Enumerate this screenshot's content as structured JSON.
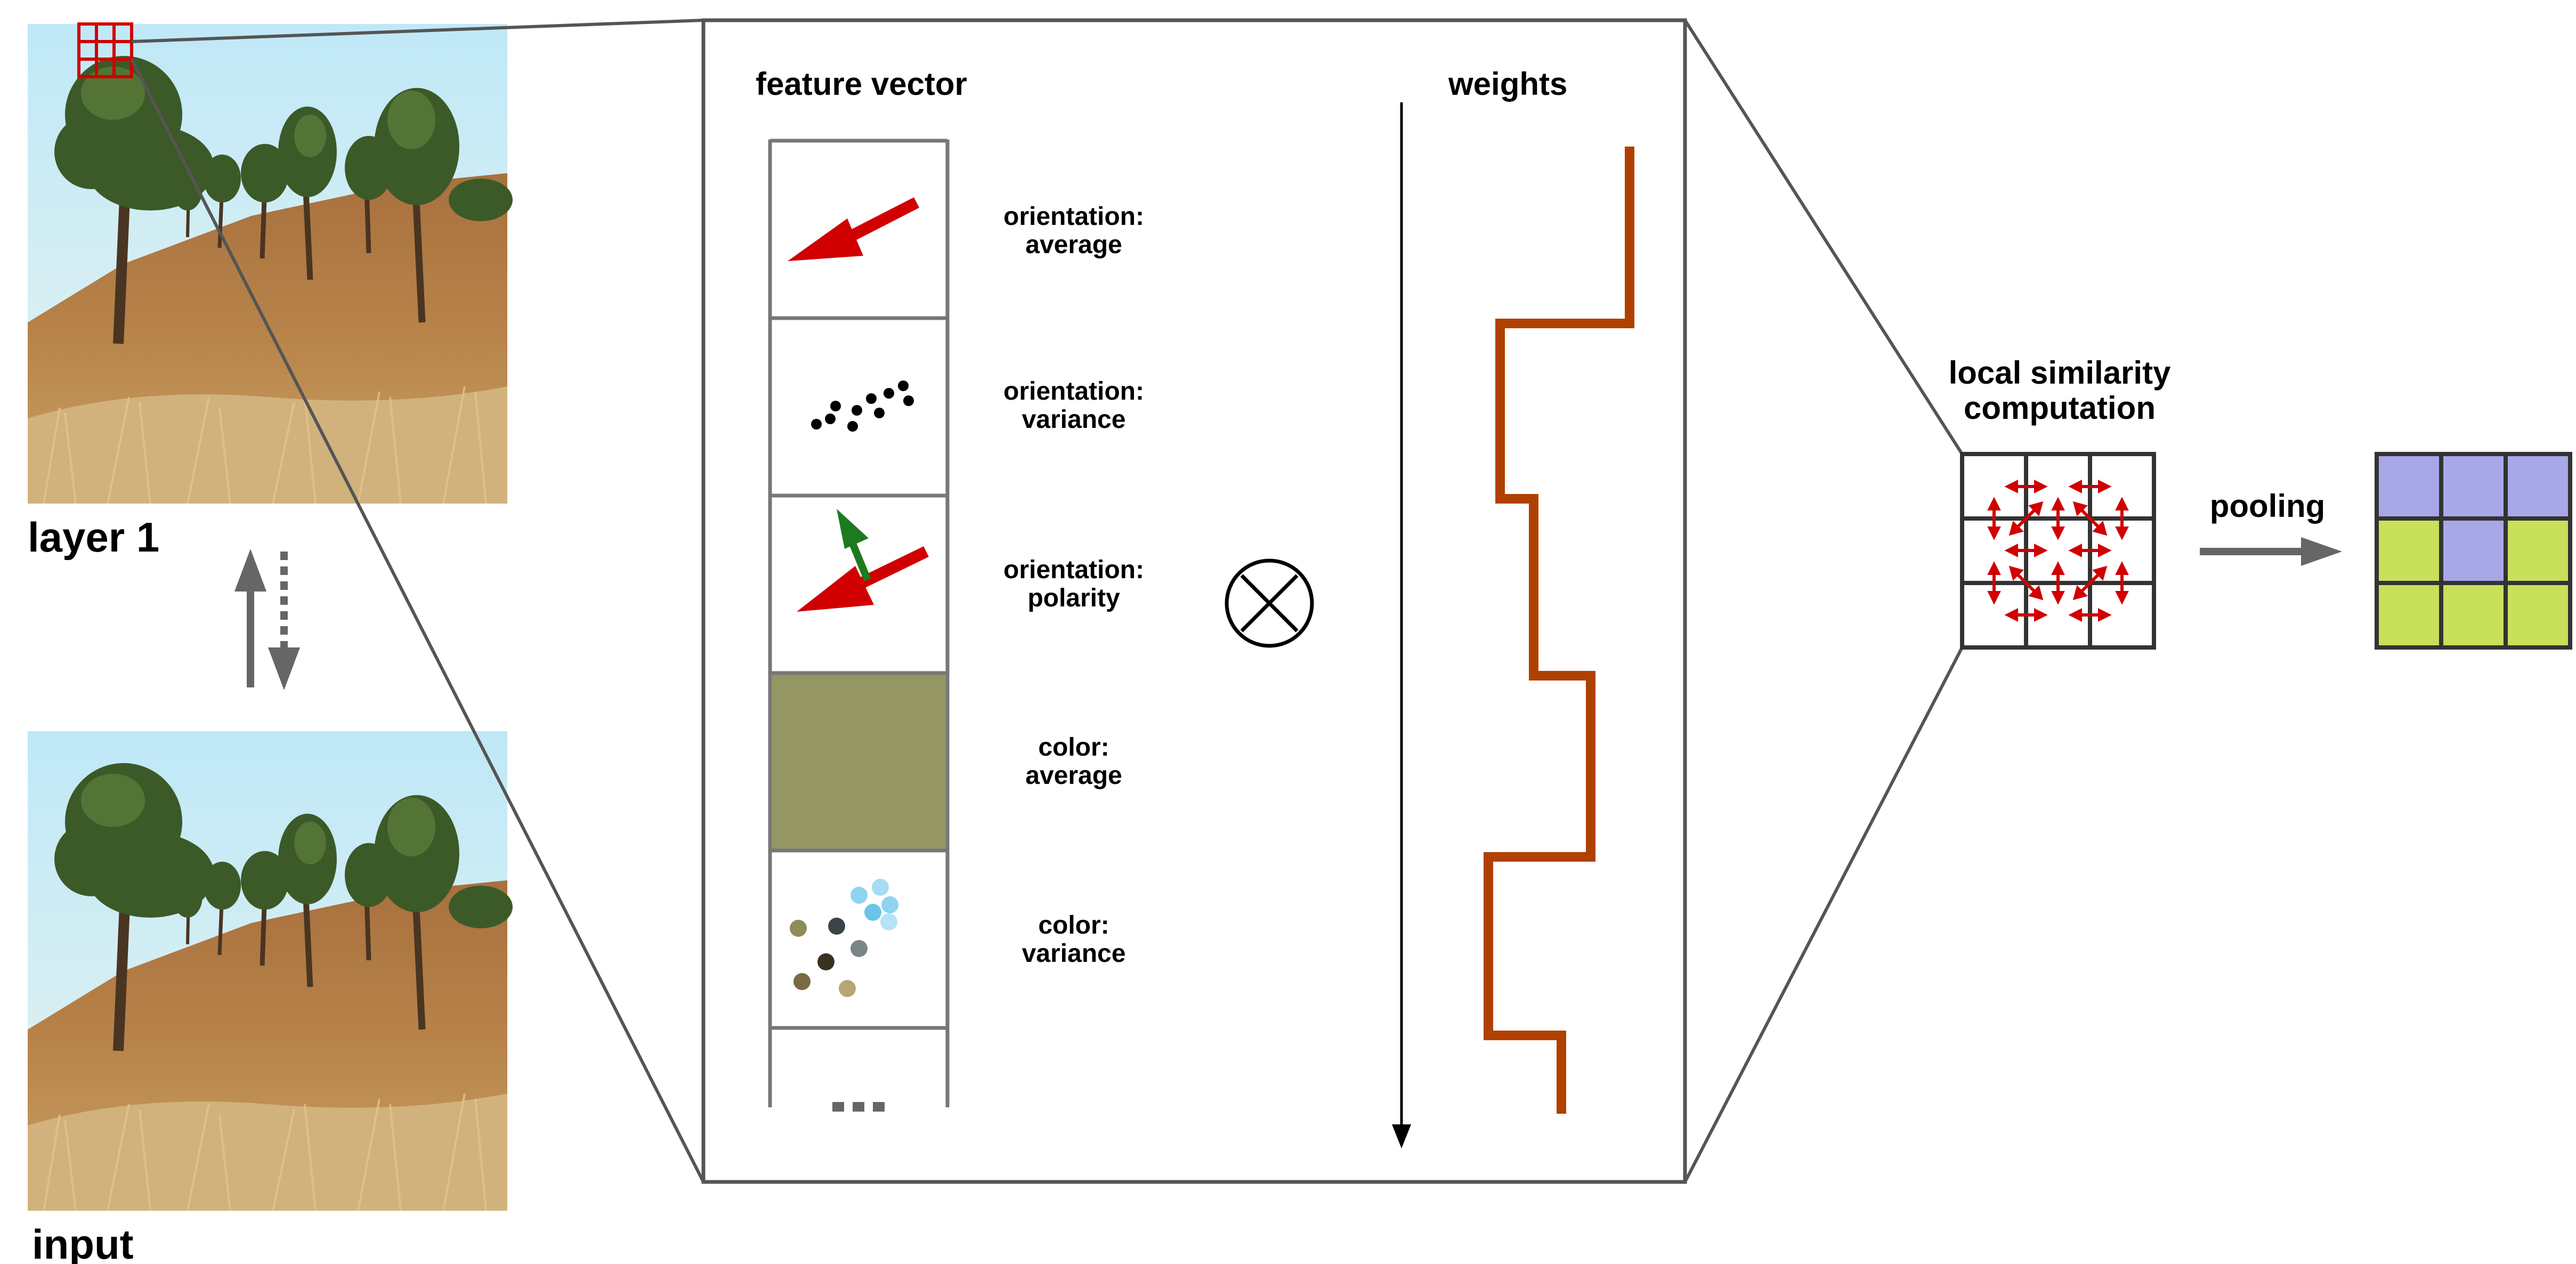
{
  "labels": {
    "layer1": "layer 1",
    "input": "input",
    "feature_vector": "feature vector",
    "weights": "weights",
    "local_similarity_line1": "local similarity",
    "local_similarity_line2": "computation",
    "pooling": "pooling"
  },
  "features": [
    {
      "line1": "orientation:",
      "line2": "average",
      "icon": "red-arrow-icon"
    },
    {
      "line1": "orientation:",
      "line2": "variance",
      "icon": "dots-icon"
    },
    {
      "line1": "orientation:",
      "line2": "polarity",
      "icon": "red-green-arrows-icon"
    },
    {
      "line1": "color:",
      "line2": "average",
      "icon": "olive-swatch-icon",
      "swatch": "#949663"
    },
    {
      "line1": "color:",
      "line2": "variance",
      "icon": "color-dots-icon"
    },
    {
      "line1": "",
      "line2": "",
      "icon": "ellipsis-icon"
    }
  ],
  "icons": {
    "multiply": "circled-times-icon",
    "sync": "up-down-arrows-icon",
    "patch": "red-grid-icon"
  },
  "colors": {
    "red": "#d10000",
    "green": "#1e7a1e",
    "weights_line": "#b04000",
    "pool_purple": "#a8a8e8",
    "pool_green": "#c8e05a",
    "gray": "#666666"
  },
  "pooling_grid": [
    [
      "purple",
      "purple",
      "purple"
    ],
    [
      "green",
      "purple",
      "green"
    ],
    [
      "green",
      "green",
      "green"
    ]
  ]
}
